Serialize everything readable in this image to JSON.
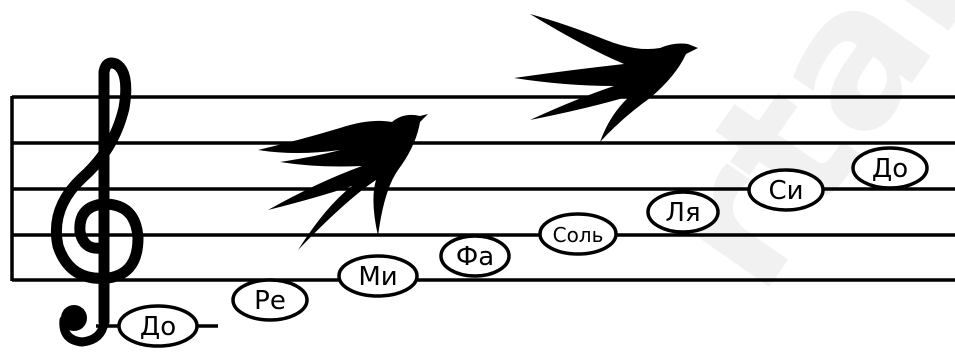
{
  "staff": {
    "lines": 5,
    "color": "#000000"
  },
  "clef": {
    "icon": "treble-clef-icon"
  },
  "birds": [
    {
      "icon": "swallow-icon"
    },
    {
      "icon": "swallow-icon"
    }
  ],
  "notes": [
    {
      "label": "До"
    },
    {
      "label": "Ре"
    },
    {
      "label": "Ми"
    },
    {
      "label": "Фа"
    },
    {
      "label": "Соль"
    },
    {
      "label": "Ля"
    },
    {
      "label": "Си"
    },
    {
      "label": "До"
    }
  ],
  "watermark": {
    "text": "rtal"
  }
}
